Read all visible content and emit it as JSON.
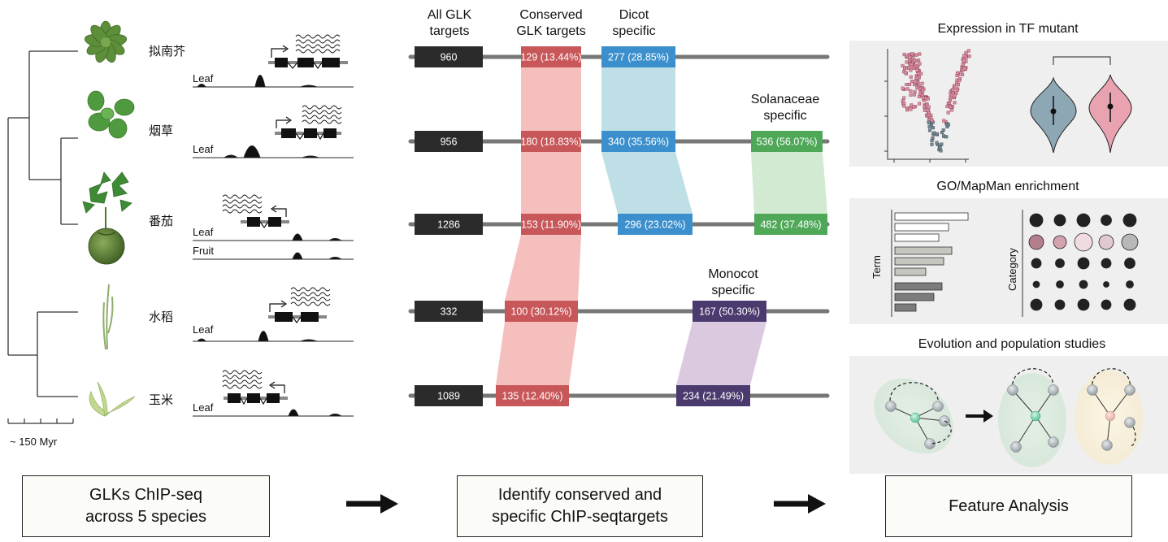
{
  "tree": {
    "scale_label": "~ 150 Myr"
  },
  "species": [
    {
      "name": "拟南芥",
      "tracks": [
        "Leaf"
      ]
    },
    {
      "name": "烟草",
      "tracks": [
        "Leaf"
      ]
    },
    {
      "name": "番茄",
      "tracks": [
        "Leaf",
        "Fruit"
      ]
    },
    {
      "name": "水稻",
      "tracks": [
        "Leaf"
      ]
    },
    {
      "name": "玉米",
      "tracks": [
        "Leaf"
      ]
    }
  ],
  "middle": {
    "headers": {
      "all": [
        "All GLK",
        "targets"
      ],
      "conserved": [
        "Conserved",
        "GLK targets"
      ],
      "dicot": [
        "Dicot",
        "specific"
      ],
      "solanaceae": [
        "Solanaceae",
        "specific"
      ],
      "monocot": [
        "Monocot",
        "specific"
      ]
    },
    "rows": [
      {
        "all": "960",
        "conserved": "129 (13.44%)",
        "dicot": "277 (28.85%)"
      },
      {
        "all": "956",
        "conserved": "180 (18.83%)",
        "dicot": "340 (35.56%)",
        "solanaceae": "536 (56.07%)"
      },
      {
        "all": "1286",
        "conserved": "153 (11.90%)",
        "dicot": "296 (23.02%)",
        "solanaceae": "482 (37.48%)"
      },
      {
        "all": "332",
        "conserved": "100 (30.12%)",
        "monocot": "167 (50.30%)"
      },
      {
        "all": "1089",
        "conserved": "135 (12.40%)",
        "monocot": "234 (21.49%)"
      }
    ],
    "colors": {
      "all": "#2b2b2b",
      "conserved": "#c8575a",
      "dicot": "#3b8fcc",
      "solanaceae": "#4ea858",
      "monocot": "#4b3a6e",
      "line": "#777777"
    }
  },
  "panels": {
    "expression": {
      "title": "Expression in TF mutant"
    },
    "enrichment": {
      "title": "GO/MapMan enrichment",
      "term_axis": "Term",
      "category_axis": "Category"
    },
    "evolution": {
      "title": "Evolution and population studies"
    }
  },
  "flow": {
    "step1": [
      "GLKs ChIP-seq",
      "across 5 species"
    ],
    "step2": [
      "Identify conserved and",
      "specific ChIP-seqtargets"
    ],
    "step3": [
      "Feature Analysis"
    ]
  }
}
